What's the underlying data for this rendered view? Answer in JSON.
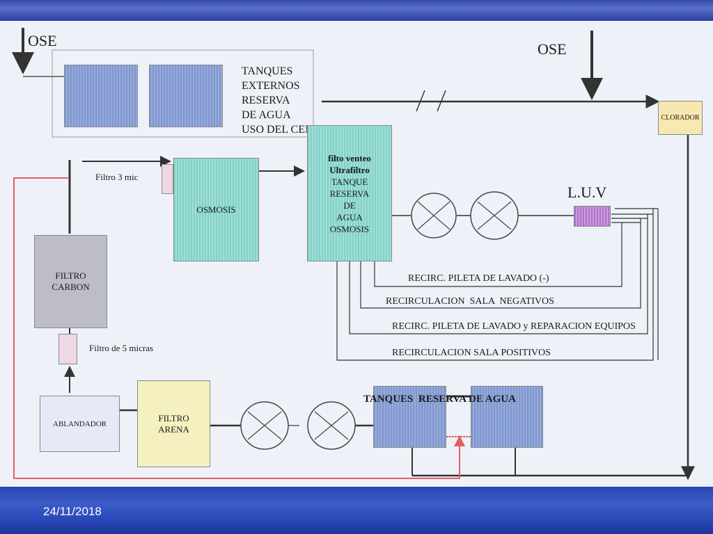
{
  "ose_left": "OSE",
  "ose_right": "OSE",
  "tanques_externos": [
    "TANQUES",
    "EXTERNOS",
    "RESERVA",
    "DE AGUA",
    "USO DEL CENTRO"
  ],
  "clorador": "CLORADOR",
  "filtro_3mic": "Filtro 3 mic",
  "osmosis": "OSMOSIS",
  "tanque_osmosis": [
    "filto venteo",
    "Ultrafiltro",
    "TANQUE",
    "RESERVA",
    "DE",
    "AGUA",
    "OSMOSIS"
  ],
  "luv": "L.U.V",
  "filtro_carbon": [
    "FILTRO",
    "CARBON"
  ],
  "filtro_5micras": "Filtro de 5 micras",
  "ablandador": "ABLANDADOR",
  "filtro_arena": [
    "FILTRO",
    "ARENA"
  ],
  "tanques_reserva": "TANQUES  RESERVA DE AGUA",
  "recirc": [
    "RECIRC. PILETA DE LAVADO (-)",
    "RECIRCULACION  SALA  NEGATIVOS",
    "RECIRC. PILETA DE LAVADO y REPARACION EQUIPOS",
    "RECIRCULACION SALA POSITIVOS"
  ],
  "date": "24/11/2018"
}
